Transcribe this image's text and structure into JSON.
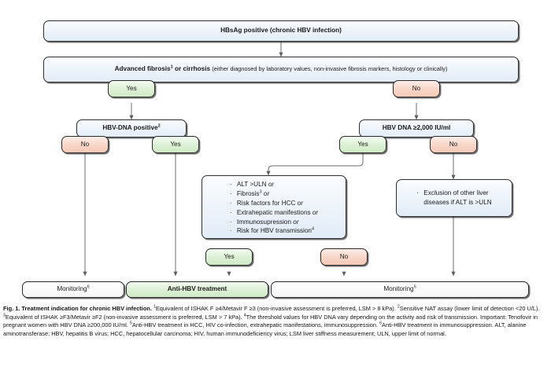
{
  "figure": {
    "title_label": "Fig. 1.",
    "title_bold": "Treatment indication for chronic HBV infection.",
    "caption_text": "Equivalent of ISHAK F ≥4/Metavir F ≥3 (non-invasive assessment is preferred, LSM > 8 kPa). Sensitive NAT assay (lower limit of detection <20 U/L). Equivalent of ISHAK ≥F3/Metavir ≥F2 (non-invasive assessment is preferred, LSM > 7 kPa). The threshold values for HBV DNA vary depending on the activity and risk of transmission. Important: Tenofovir in pregnant women with HBV DNA ≥200,000 IU/ml. Anti-HBV treatment in HCC, HIV co-infection, extrahepatic manifestations, immunosuppression. Anti-HBV treatment in immunosuppression. ALT, alanine aminotransferase; HBV, hepatitis B virus; HCC, hepatocellular carcinoma; HIV, human immunodeficiency virus; LSM liver stiffness measurement; ULN, upper limit of normal.",
    "footnotes": [
      {
        "marker": "1",
        "text": "Equivalent of ISHAK F ≥4/Metavir F ≥3 (non-invasive assessment is preferred, LSM > 8 kPa)."
      },
      {
        "marker": "2",
        "text": "Sensitive NAT assay (lower limit of detection <20 U/L)."
      },
      {
        "marker": "3",
        "text": "Equivalent of ISHAK ≥F3/Metavir ≥F2 (non-invasive assessment is preferred, LSM > 7 kPa)."
      },
      {
        "marker": "4",
        "text": "The threshold values for HBV DNA vary depending on the activity and risk of transmission. Important: Tenofovir in pregnant women with HBV DNA ≥200,000 IU/ml."
      },
      {
        "marker": "5",
        "text": "Anti-HBV treatment in HCC, HIV co-infection, extrahepatic manifestations, immunosuppression."
      },
      {
        "marker": "6",
        "text": "Anti-HBV treatment in immunosuppression."
      }
    ],
    "abbreviations": "ALT, alanine aminotransferase; HBV, hepatitis B virus; HCC, hepatocellular carcinoma; HIV, human immunodeficiency virus; LSM liver stiffness measurement; ULN, upper limit of normal."
  },
  "colors": {
    "blue_fill": "#e6effa",
    "green_fill": "#d7efd0",
    "red_fill": "#f7cfbe",
    "white_fill": "#fbfbfb",
    "border": "#2b2b2b",
    "wire": "#6e6e6e"
  },
  "nodes": {
    "root": {
      "label": "HBsAg positive (chronic HBV infection)",
      "style": "blue"
    },
    "fibrosis": {
      "line1": "Advanced fibrosis",
      "line1_sup": "1",
      "line1_tail": " or cirrhosis",
      "line2": "(either diagnosed by laboratory values, non-invasive fibrosis markers, histology or clinically)",
      "style": "blue"
    },
    "fibrosis_yes": {
      "label": "Yes",
      "style": "green"
    },
    "fibrosis_no": {
      "label": "No",
      "style": "red"
    },
    "hbv_dna_positive": {
      "label": "HBV-DNA positive",
      "sup": "2",
      "style": "blue"
    },
    "hbv_dna_2000": {
      "label": "HBV DNA ≥2,000 IU/ml",
      "style": "blue"
    },
    "dnapos_no": {
      "label": "No",
      "style": "red"
    },
    "dnapos_yes": {
      "label": "Yes",
      "style": "green"
    },
    "dna2000_yes": {
      "label": "Yes",
      "style": "green"
    },
    "dna2000_no": {
      "label": "No",
      "style": "red"
    },
    "criteria": {
      "style": "blue",
      "items": [
        {
          "text": "ALT >ULN ",
          "italic_tail": "or",
          "sup": ""
        },
        {
          "text": "Fibrosis",
          "sup": "3",
          "italic_tail": " or"
        },
        {
          "text": "Risk factors for HCC ",
          "italic_tail": "or",
          "sup": ""
        },
        {
          "text": "Extrahepatic manifestions ",
          "italic_tail": "or",
          "sup": ""
        },
        {
          "text": "Immunosupression ",
          "italic_tail": "or",
          "sup": ""
        },
        {
          "text": "Risk for HBV transmission",
          "sup": "4",
          "italic_tail": ""
        }
      ]
    },
    "exclusion": {
      "style": "blue",
      "line1": "Exclusion of other liver",
      "line2": "diseases if ALT is >ULN"
    },
    "criteria_yes": {
      "label": "Yes",
      "style": "green"
    },
    "criteria_no": {
      "label": "No",
      "style": "red"
    },
    "monitoring_left": {
      "label": "Monitoring",
      "sup": "6",
      "style": "white"
    },
    "treatment": {
      "label": "Anti-HBV treatment",
      "style": "green"
    },
    "monitoring_right": {
      "label": "Monitoring",
      "sup": "5",
      "style": "white"
    }
  }
}
